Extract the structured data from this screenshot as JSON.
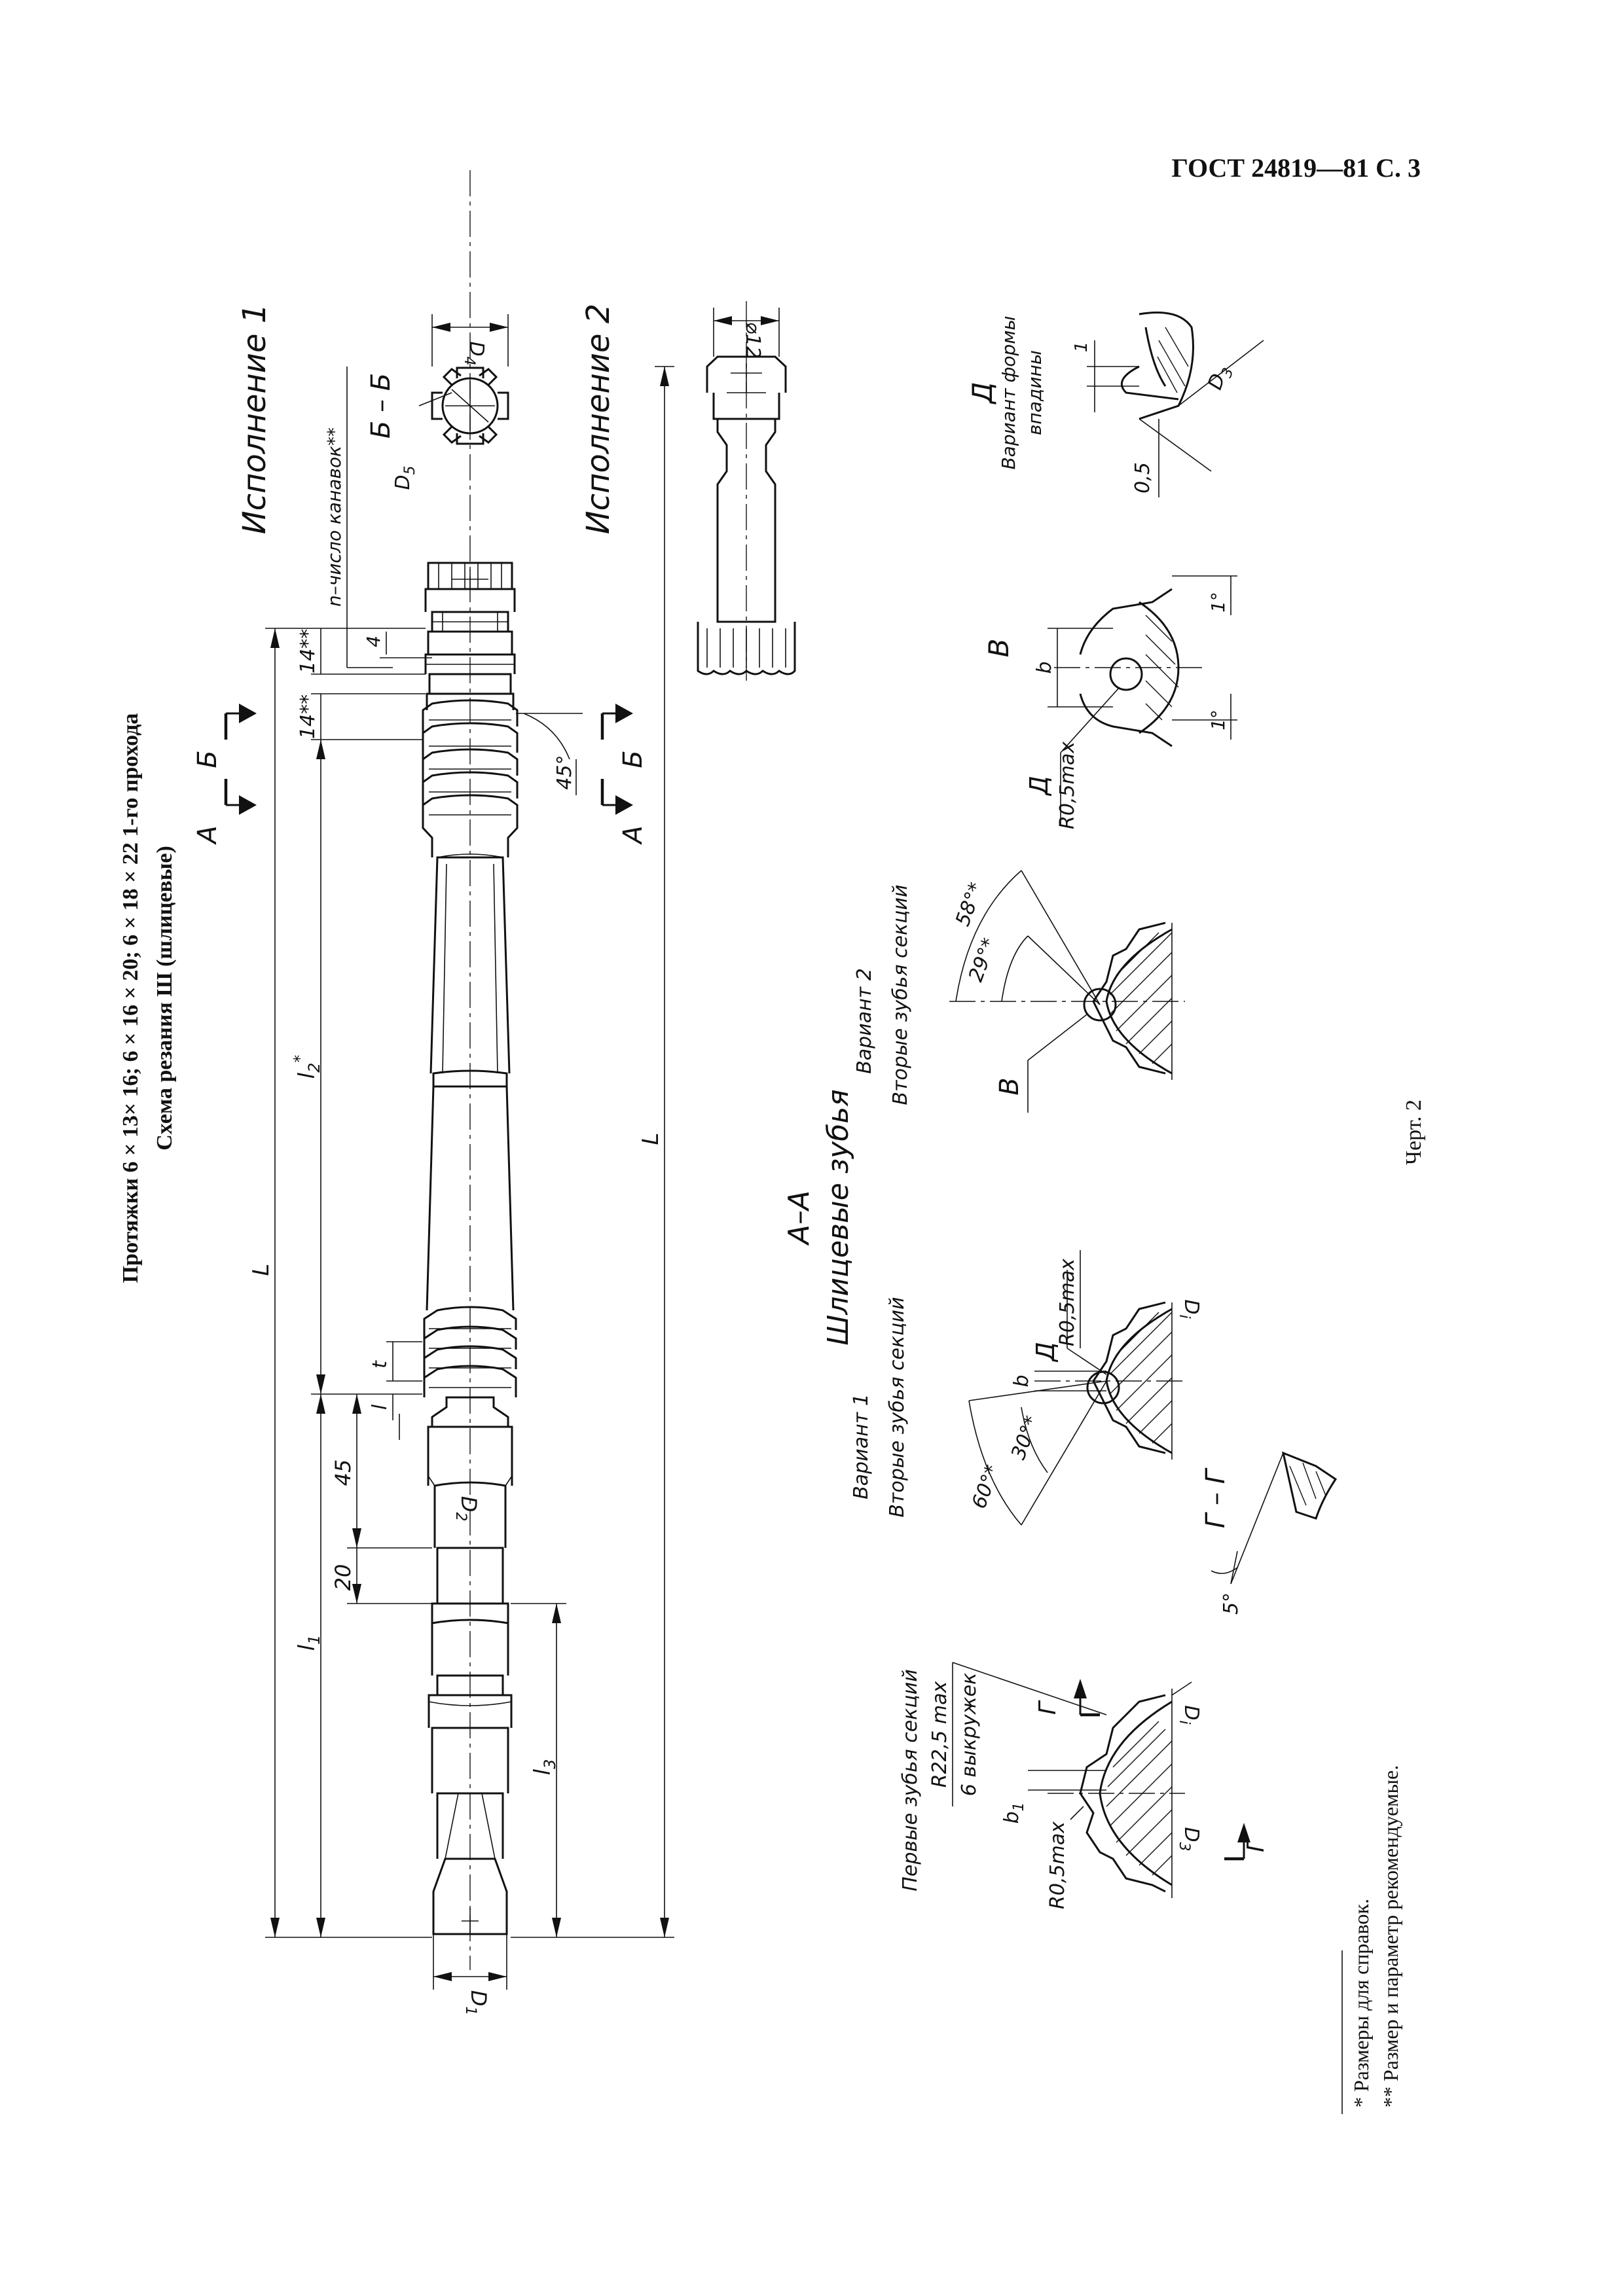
{
  "header": {
    "standard": "ГОСТ 24819—81 С. 3"
  },
  "title": {
    "line1": "Протяжки 6 × 13× 16; 6 × 16 × 20; 6 × 18 × 22 1-го прохода",
    "line2": "Схема резания Ш (шлицевые)"
  },
  "variants": {
    "v1": "Исполнение 1",
    "v2": "Исполнение 2"
  },
  "sections": {
    "aa_label": "А",
    "bb_label": "Б",
    "bb_title": "Б – Б",
    "aa_title": "А–А",
    "spline_teeth": "Шлицевые зубья",
    "gg_title": "Г – Г",
    "g_arrow": "Г",
    "d_view": "Д",
    "v_view": "В"
  },
  "subviews": {
    "first_teeth": "Первые зубья секций",
    "r22": "R22,5 max",
    "cutouts": "6 выкружек",
    "variant1": "Вариант 1",
    "variant2": "Вариант 2",
    "second_teeth": "Вторые зубья секций",
    "valley_shape_1": "Вариант формы",
    "valley_shape_2": "впадины"
  },
  "dimensions": {
    "L": "L",
    "l1": "l",
    "l1_sub": "1",
    "l2": "l",
    "l2_sub": "2",
    "l2_star": "*",
    "l3": "l",
    "l3_sub": "3",
    "d45": "45",
    "d20": "20",
    "t": "t",
    "l_small": "l",
    "d14a": "14**",
    "d14b": "14**",
    "d4": "4",
    "grooves": "n–число канавок**",
    "a45": "45°",
    "D1": "D",
    "D1_sub": "1",
    "D2": "D",
    "D2_sub": "2",
    "D3": "D",
    "D3_sub": "3",
    "D4": "D",
    "D4_sub": "4",
    "D5": "D",
    "D5_sub": "5",
    "Di": "D",
    "Di_sub": "i",
    "phi12": "⌀12",
    "b1": "b",
    "b1_sub": "1",
    "b": "b",
    "r05": "R0,5max",
    "a60": "60°*",
    "a30": "30°*",
    "a58": "58°*",
    "a29": "29°*",
    "a1a": "1°",
    "a1b": "1°",
    "a5": "5°",
    "one": "1",
    "half": "0,5"
  },
  "footnotes": {
    "n1": "*  Размеры для справок.",
    "n2": "** Размер и параметр рекомендуемые."
  },
  "caption": "Черт. 2"
}
